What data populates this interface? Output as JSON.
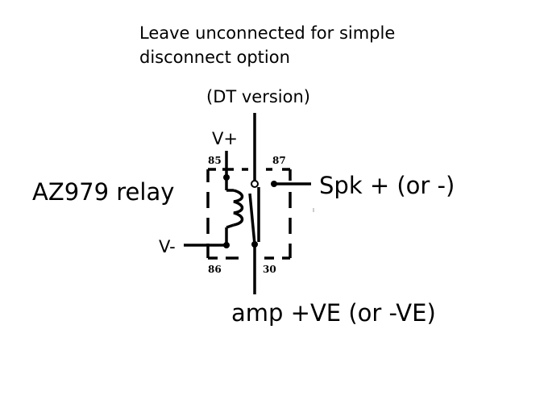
{
  "labels": {
    "note_line1": "Leave unconnected for simple",
    "note_line2": "disconnect option",
    "dt_version": "(DT version)",
    "v_plus": "V+",
    "v_minus": "V-",
    "relay_name": "AZ979 relay",
    "spk": "Spk + (or -)",
    "amp": "amp +VE (or -VE)"
  },
  "pins": {
    "p85": "85",
    "p87": "87",
    "p86": "86",
    "p30": "30"
  },
  "colors": {
    "line": "#000000",
    "background": "#ffffff"
  }
}
